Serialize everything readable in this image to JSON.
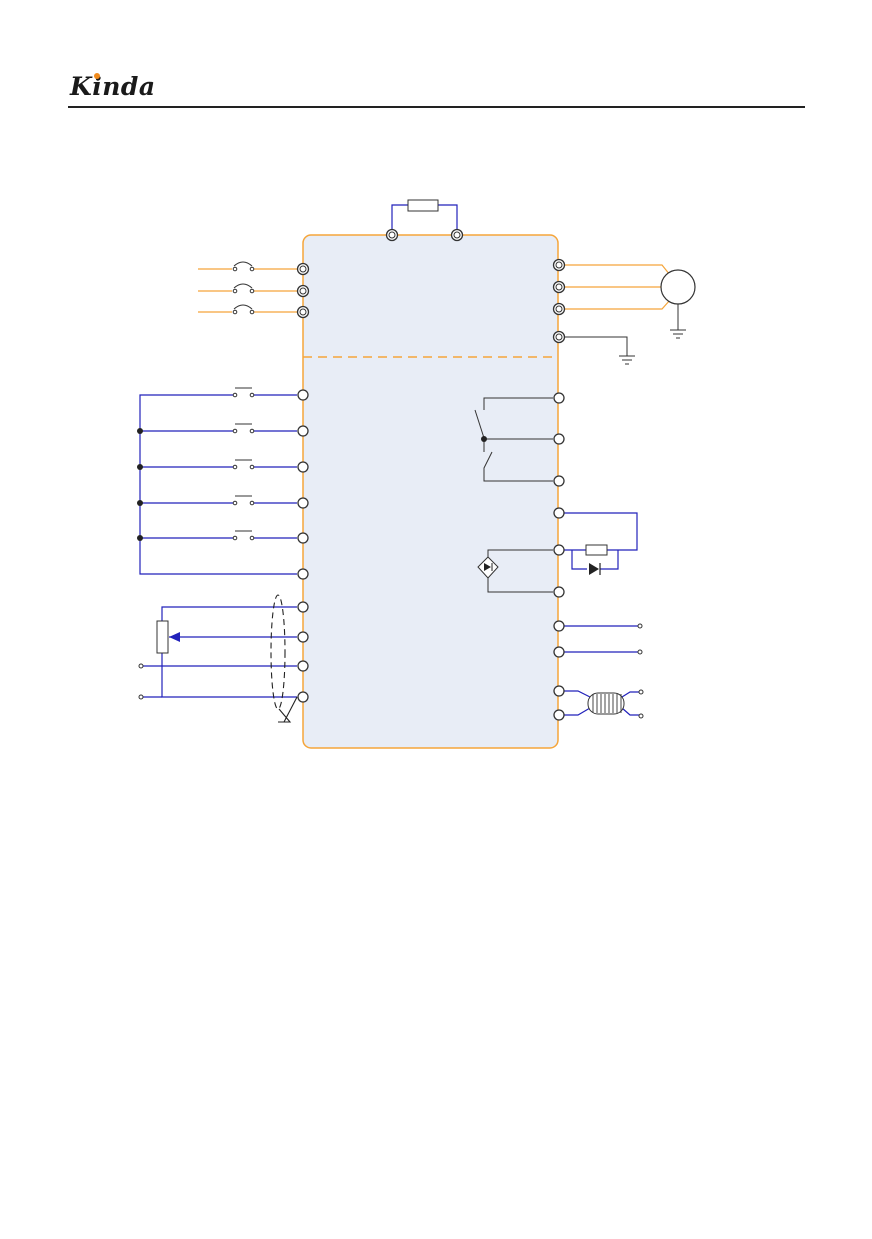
{
  "header": {
    "brand": "Kinda"
  },
  "colors": {
    "brand_dot": "#f08a1c",
    "power_wire": "#f5a53a",
    "control_wire": "#2222bb",
    "panel_fill": "#e8edf6",
    "panel_border": "#f5a53a",
    "black_wire": "#222222"
  },
  "diagram": {
    "icons": [
      "brake-resistor",
      "fuse",
      "motor",
      "ground",
      "switch",
      "potentiometer",
      "relay-contact",
      "optocoupler",
      "diode",
      "ferrite-choke",
      "shield"
    ]
  }
}
